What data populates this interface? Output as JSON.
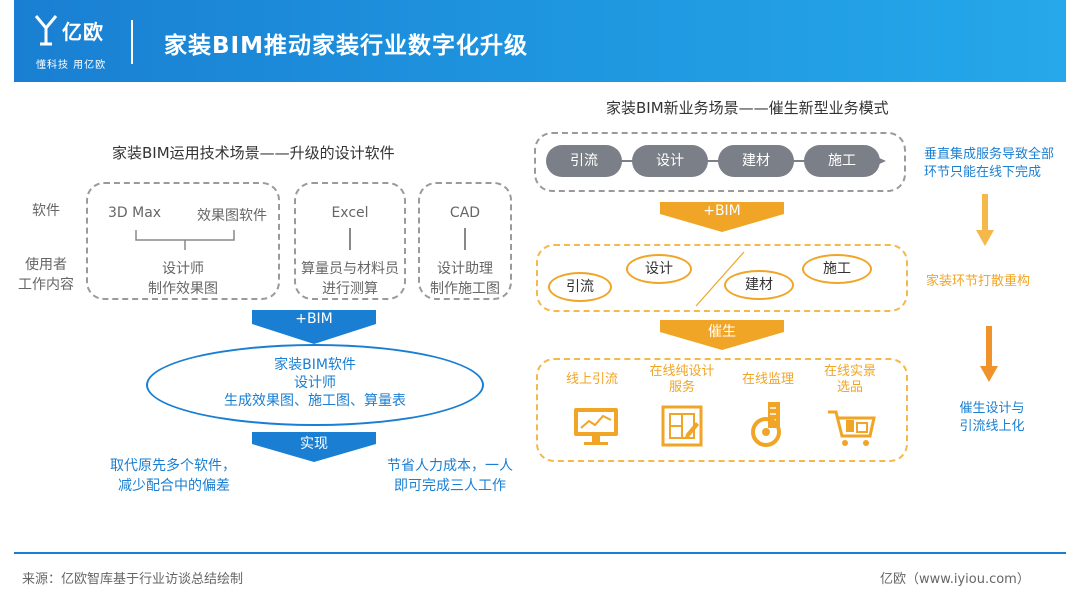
{
  "header": {
    "logo_text": "亿欧",
    "logo_sub": "懂科技 用亿欧",
    "title": "家装BIM推动家装行业数字化升级"
  },
  "left": {
    "title": "家装BIM运用技术场景——升级的设计软件",
    "row_labels": {
      "software": "软件",
      "user_line1": "使用者",
      "user_line2": "工作内容"
    },
    "box1": {
      "sw_a": "3D Max",
      "sw_b": "效果图软件",
      "line1": "设计师",
      "line2": "制作效果图"
    },
    "box2": {
      "sw": "Excel",
      "line1": "算量员与材料员",
      "line2": "进行测算"
    },
    "box3": {
      "sw": "CAD",
      "line1": "设计助理",
      "line2": "制作施工图"
    },
    "arrow1": "+BIM",
    "ellipse": {
      "line1": "家装BIM软件",
      "line2": "设计师",
      "line3": "生成效果图、施工图、算量表"
    },
    "arrow2": "实现",
    "result_left": {
      "line1": "取代原先多个软件，",
      "line2": "减少配合中的偏差"
    },
    "result_right": {
      "line1": "节省人力成本，一人",
      "line2": "即可完成三人工作"
    }
  },
  "right": {
    "title": "家装BIM新业务场景——催生新型业务模式",
    "flow": [
      "引流",
      "设计",
      "建材",
      "施工"
    ],
    "flow_note": {
      "line1": "垂直集成服务导致全部",
      "line2": "环节只能在线下完成"
    },
    "arrow1": "+BIM",
    "scatter": {
      "a": "引流",
      "b": "设计",
      "c": "建材",
      "d": "施工"
    },
    "scatter_note": "家装环节打散重构",
    "arrow2": "催生",
    "online": [
      {
        "label1": "线上引流",
        "label2": "",
        "icon": "monitor-chart-icon"
      },
      {
        "label1": "在线纯设计",
        "label2": "服务",
        "icon": "blueprint-icon"
      },
      {
        "label1": "在线监理",
        "label2": "",
        "icon": "measuring-tape-icon"
      },
      {
        "label1": "在线实景",
        "label2": "选品",
        "icon": "shopping-cart-icon"
      }
    ],
    "online_note": {
      "line1": "催生设计与",
      "line2": "引流线上化"
    }
  },
  "footer": {
    "source": "来源：亿欧智库基于行业访谈总结绘制",
    "brand": "亿欧（www.iyiou.com）"
  },
  "colors": {
    "blue": "#1a7fd2",
    "orange": "#f0a526",
    "gray": "#7b7f87"
  }
}
